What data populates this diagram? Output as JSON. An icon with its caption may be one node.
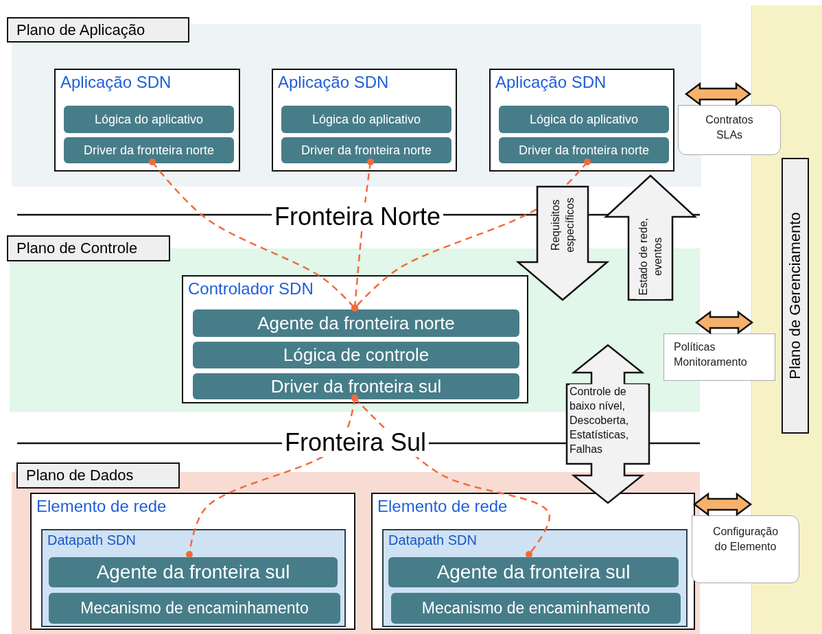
{
  "diagram": {
    "nodes": [
      {
        "text": [
          "Plano de Aplicação"
        ]
      },
      {
        "text": [
          "Aplicação SDN"
        ],
        "in": 0
      },
      {
        "text": [
          "Lógica do aplicativo"
        ],
        "in": 1
      },
      {
        "text": [
          "Driver da fronteira norte"
        ],
        "in": 1
      },
      {
        "text": [
          "Aplicação SDN"
        ],
        "in": 0
      },
      {
        "text": [
          "Lógica do aplicativo"
        ],
        "in": 4
      },
      {
        "text": [
          "Driver da fronteira norte"
        ],
        "in": 4
      },
      {
        "text": [
          "Aplicação SDN"
        ],
        "in": 0
      },
      {
        "text": [
          "Lógica do aplicativo"
        ],
        "in": 7
      },
      {
        "text": [
          "Driver da fronteira norte"
        ],
        "in": 7
      },
      {
        "text": [
          "Plano de Controle"
        ]
      },
      {
        "text": [
          "Controlador SDN"
        ],
        "in": 10
      },
      {
        "text": [
          "Agente da fronteira norte"
        ],
        "in": 11
      },
      {
        "text": [
          "Lógica de controle"
        ],
        "in": 11
      },
      {
        "text": [
          "Driver da fronteira sul"
        ],
        "in": 11
      },
      {
        "text": [
          "Plano de Dados"
        ]
      },
      {
        "text": [
          "Elemento de rede"
        ],
        "in": 15
      },
      {
        "text": [
          "Datapath SDN"
        ],
        "in": 16
      },
      {
        "text": [
          "Agente da fronteira sul"
        ],
        "in": 17
      },
      {
        "text": [
          "Mecanismo de encaminhamento"
        ],
        "in": 17
      },
      {
        "text": [
          "Elemento de rede"
        ],
        "in": 15
      },
      {
        "text": [
          "Datapath SDN"
        ],
        "in": 20
      },
      {
        "text": [
          "Agente da fronteira sul"
        ],
        "in": 21
      },
      {
        "text": [
          "Mecanismo de encaminhamento"
        ],
        "in": 21
      },
      {
        "text": [
          "Plano de Gerenciamento"
        ]
      },
      {
        "text": [
          "Contratos SLAs"
        ]
      },
      {
        "text": [
          "Políticas Monitoramento"
        ]
      },
      {
        "text": [
          "Configuração do Elemento"
        ]
      }
    ],
    "edges": [
      {
        "from": 3,
        "to": 12,
        "arrow": "other",
        "style": "dashed"
      },
      {
        "from": 6,
        "to": 12,
        "arrow": "other",
        "style": "dashed"
      },
      {
        "from": 9,
        "to": 12,
        "arrow": "other",
        "style": "dashed"
      },
      {
        "from": 14,
        "to": 18,
        "arrow": "other",
        "style": "dashed"
      },
      {
        "from": 14,
        "to": 22,
        "arrow": "other",
        "style": "dashed"
      },
      {
        "from": 0,
        "to": 10,
        "arrow": "to",
        "style": "thick",
        "color": "#f2f2f2",
        "label": "Requisitos específicos"
      },
      {
        "from": 10,
        "to": 0,
        "arrow": "to",
        "style": "thick",
        "color": "#f2f2f2",
        "label": "Estado de rede, eventos"
      },
      {
        "from": 10,
        "to": 15,
        "arrow": "both",
        "style": "thick",
        "color": "#f2f2f2",
        "label": "Controle de baixo nível, Descoberta, Estatísticas, Falhas"
      },
      {
        "from": 0,
        "to": 24,
        "arrow": "both",
        "style": "thick",
        "color": "#f6b26b"
      },
      {
        "from": 10,
        "to": 24,
        "arrow": "both",
        "style": "thick",
        "color": "#f6b26b"
      },
      {
        "from": 15,
        "to": 24,
        "arrow": "both",
        "style": "thick",
        "color": "#f6b26b"
      }
    ],
    "labels": [
      "Fronteira Norte",
      "Fronteira Sul"
    ]
  }
}
